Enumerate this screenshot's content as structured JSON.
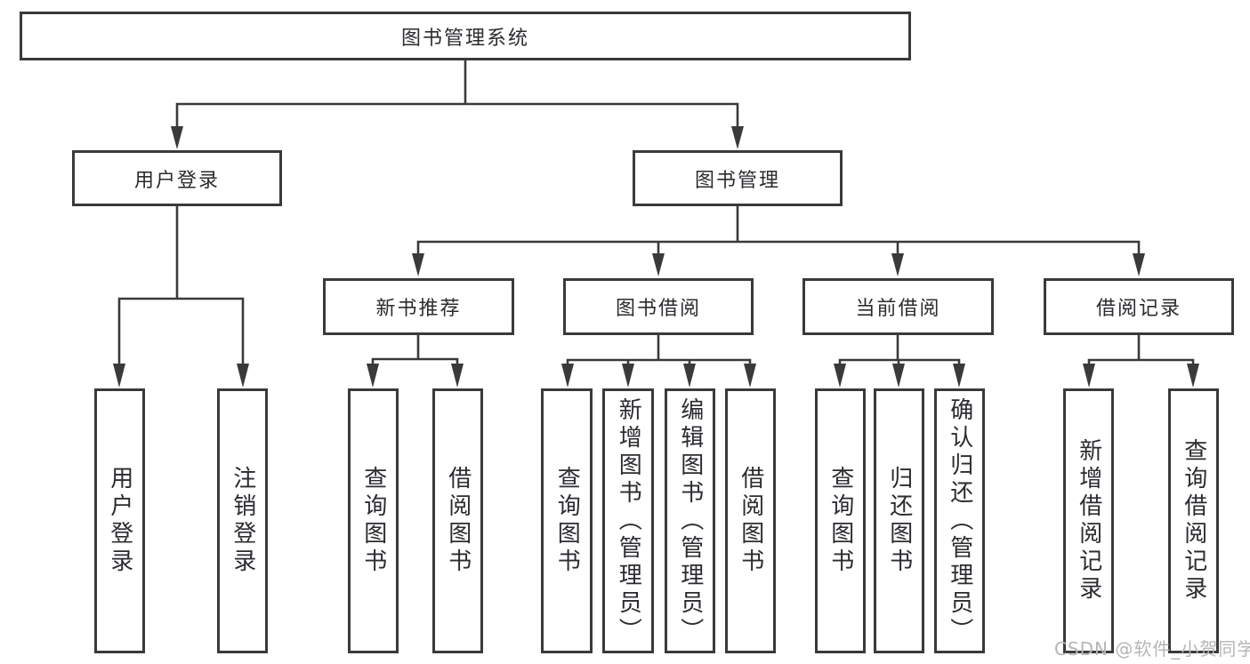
{
  "title": "图书管理系统",
  "branches": [
    {
      "label": "用户登录",
      "children": [
        {
          "label": "用户登录"
        },
        {
          "label": "注销登录"
        }
      ]
    },
    {
      "label": "图书管理",
      "children": [
        {
          "label": "新书推荐",
          "children": [
            {
              "label": "查询图书"
            },
            {
              "label": "借阅图书"
            }
          ]
        },
        {
          "label": "图书借阅",
          "children": [
            {
              "label": "查询图书"
            },
            {
              "label": "新增图书（管理员）"
            },
            {
              "label": "编辑图书（管理员）"
            },
            {
              "label": "借阅图书"
            }
          ]
        },
        {
          "label": "当前借阅",
          "children": [
            {
              "label": "查询图书"
            },
            {
              "label": "归还图书"
            },
            {
              "label": "确认归还（管理员）"
            }
          ]
        },
        {
          "label": "借阅记录",
          "children": [
            {
              "label": "新增借阅记录"
            },
            {
              "label": "查询借阅记录"
            }
          ]
        }
      ]
    }
  ],
  "watermark": "CSDN @软件_小贺同学",
  "colors": {
    "line": "#3a3a3a",
    "text": "#2b2b30",
    "background": "#ffffff",
    "watermark": "#b5b5b5"
  }
}
